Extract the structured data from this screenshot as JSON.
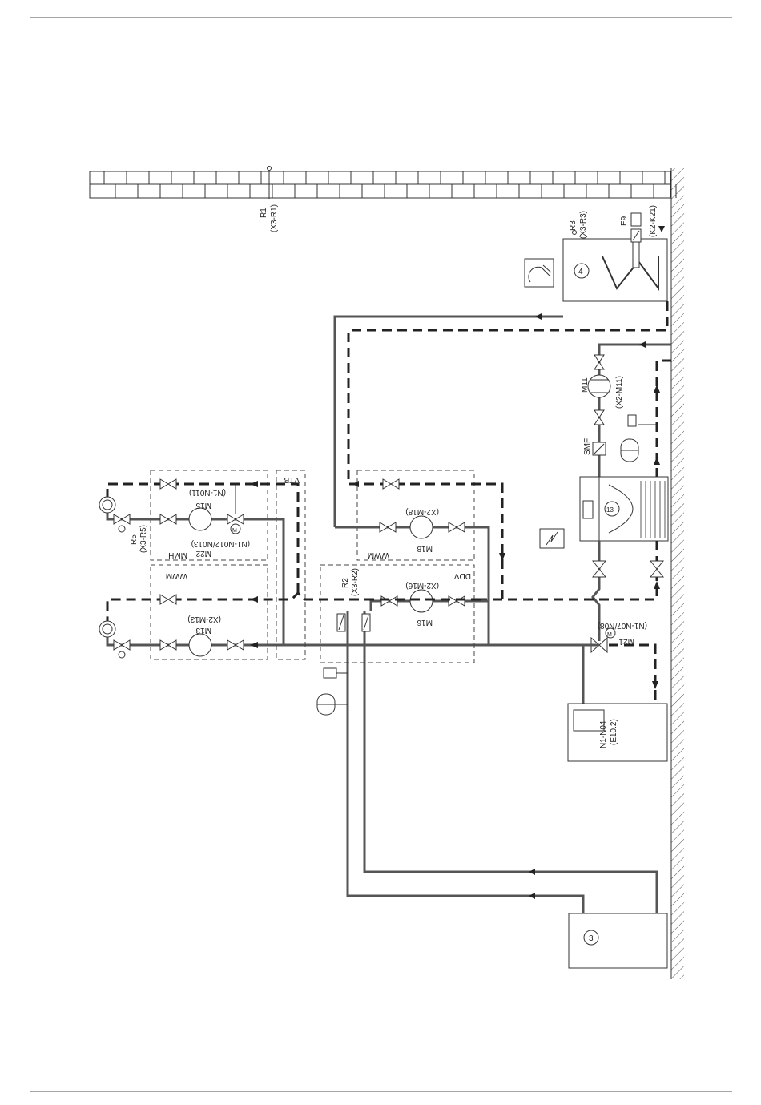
{
  "labels": {
    "r1": "R1",
    "r1_conn": "(X3-R1)",
    "r3": "R3",
    "r3_conn": "(X3-R3)",
    "e9": "E9",
    "e9_conn": "(K2-K21)",
    "m11": "M11",
    "m11_conn": "(X2-M11)",
    "smf": "SMF",
    "vtb": "VTB",
    "m15": "M15",
    "m15_conn": "(N1-N011)",
    "m22": "M22",
    "m22_conn": "(N1-N012/N013)",
    "mmh": "MMH",
    "r5": "R5",
    "r5_conn": "(X3-R5)",
    "wwm_left": "WWM",
    "m13": "M13",
    "m13_conn": "(X2-M13)",
    "r2": "R2",
    "r2_conn": "(X3-R2)",
    "ddv": "DDV",
    "m16": "M16",
    "m16_conn": "(X2-M16)",
    "wwm_right": "WWM",
    "m18": "M18",
    "m18_conn": "(X2-M18)",
    "m21": "M21",
    "m21_conn": "(N1-N07/N08)",
    "n1": "N1-N04",
    "n1_conn": "(E10.2)",
    "num_3": "3",
    "num_4": "4",
    "num_13": "13",
    "motor": "M"
  }
}
